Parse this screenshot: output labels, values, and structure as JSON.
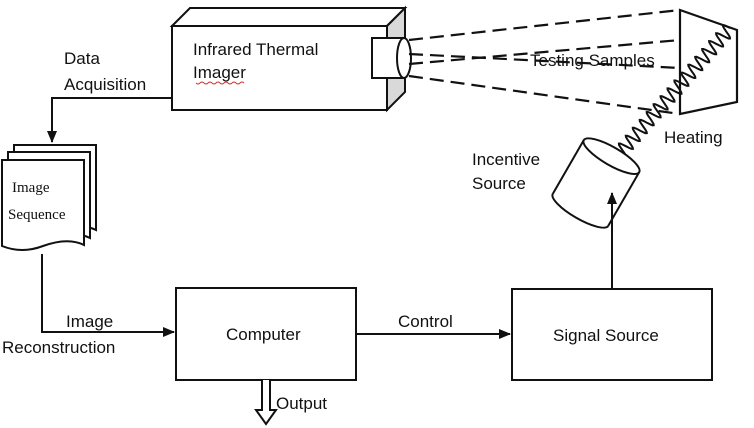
{
  "diagram": {
    "nodes": {
      "imager": "Infrared Thermal\nImager",
      "samples": "Testing Samples",
      "image_sequence": "Image\nSequence",
      "computer": "Computer",
      "signal_source": "Signal Source",
      "incentive_source": "Incentive\nSource"
    },
    "edges": {
      "data_acquisition": "Data\nAcquisition",
      "image_reconstruction": "Image\nReconstruction",
      "control": "Control",
      "output": "Output",
      "heating": "Heating"
    }
  },
  "colors": {
    "stroke": "#111111",
    "camera_side": "#d9d9d9",
    "text": "#111111"
  }
}
